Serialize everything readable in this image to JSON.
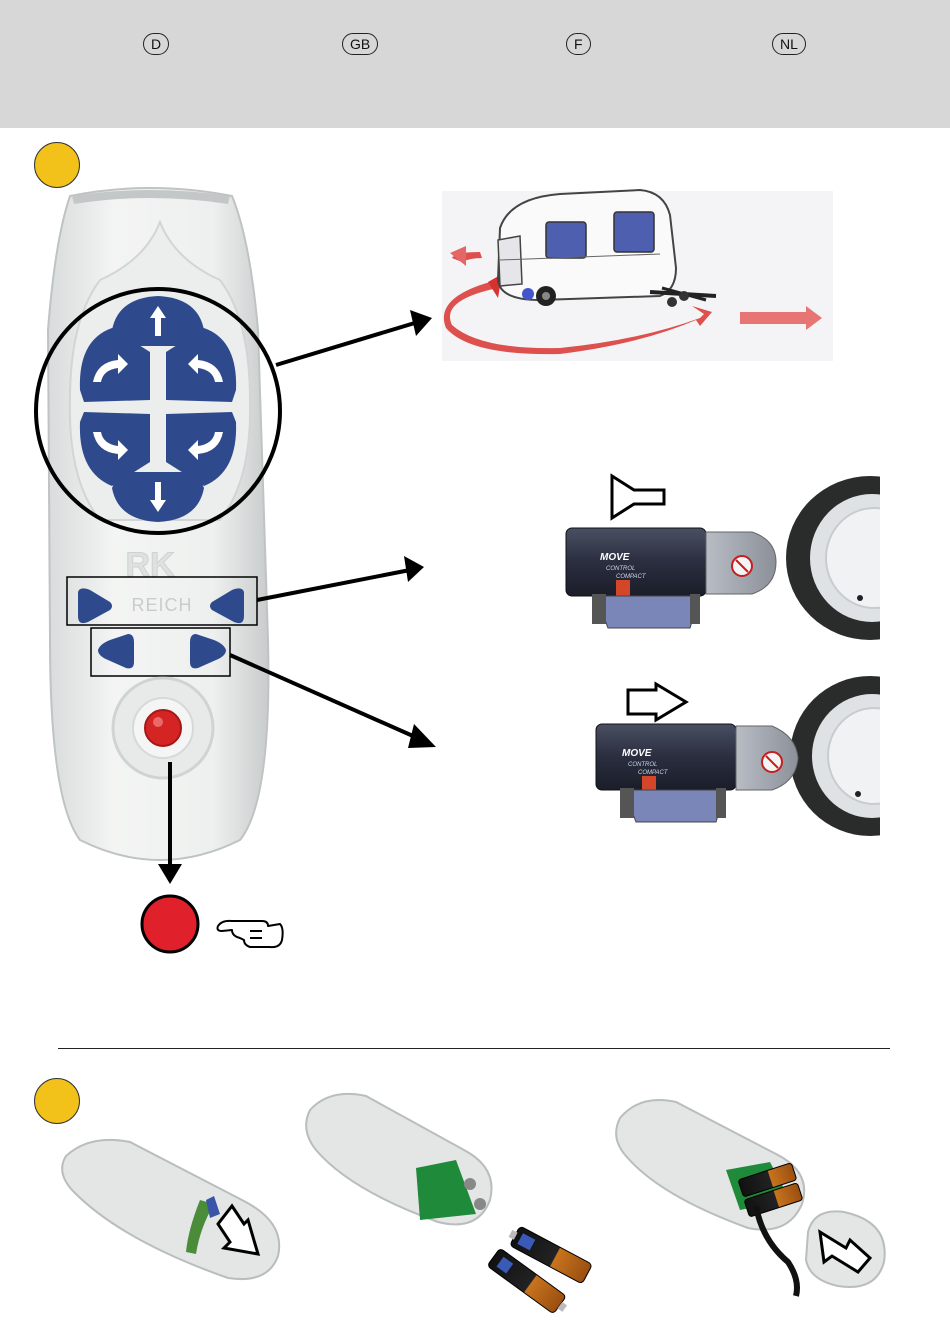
{
  "languages": [
    "D",
    "GB",
    "F",
    "NL"
  ],
  "remote": {
    "brand": "REICH",
    "logo": "RK"
  },
  "mover_label": {
    "line1": "MOVE",
    "line2": "CONTROL",
    "line3": "COMPACT"
  },
  "colors": {
    "header_bg": "#d7d7d7",
    "step_badge": "#f2c21a",
    "button_blue": "#2f4a8c",
    "stop_red": "#e0202a",
    "path_red": "#d8322f"
  },
  "icons": [
    "arrow-up-icon",
    "arrow-down-icon",
    "turn-right-icon",
    "turn-left-icon",
    "pointing-hand-icon",
    "hollow-arrow-icon"
  ]
}
